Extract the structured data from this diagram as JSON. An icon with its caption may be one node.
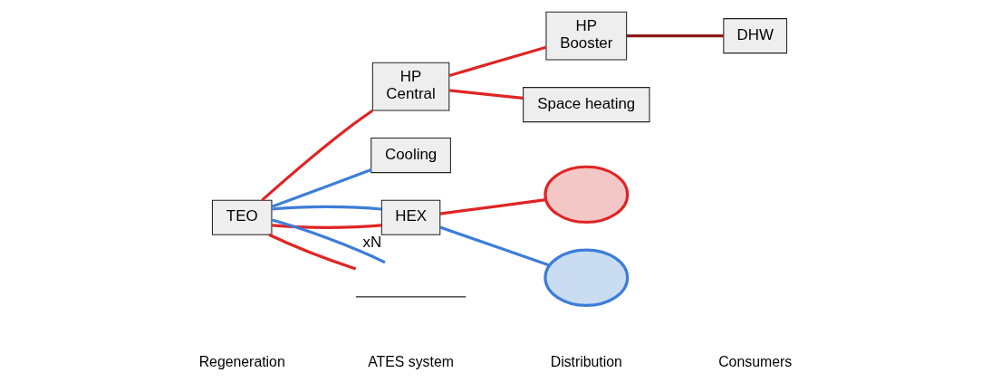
{
  "diagram": {
    "nodes": [
      {
        "text": [
          "TEO"
        ]
      },
      {
        "text": [
          "HP",
          "Central"
        ]
      },
      {
        "text": [
          "HP",
          "Booster"
        ]
      },
      {
        "text": [
          "DHW"
        ]
      },
      {
        "text": [
          "Space heating"
        ]
      },
      {
        "text": [
          "Cooling"
        ]
      },
      {
        "text": [
          "HEX"
        ],
        "beside": [
          "xN"
        ]
      },
      {
        "text": [],
        "shape": "ellipse"
      },
      {
        "text": [],
        "shape": "ellipse"
      },
      {
        "text": [],
        "shape": "wave"
      }
    ],
    "edges": [
      {
        "from": 0,
        "to": 1,
        "arrow": "none",
        "color": "#e02424"
      },
      {
        "from": 1,
        "to": 4,
        "arrow": "none",
        "color": "#e02424"
      },
      {
        "from": 1,
        "to": 2,
        "arrow": "none",
        "color": "#e02424"
      },
      {
        "from": 2,
        "to": 3,
        "arrow": "none",
        "color": "#8b1a1a"
      },
      {
        "from": 0,
        "to": 5,
        "arrow": "none",
        "color": "#3c7dd9"
      },
      {
        "from": 0,
        "to": 6,
        "arrow": "none",
        "color": "#e02424"
      },
      {
        "from": 0,
        "to": 6,
        "arrow": "none",
        "color": "#3c7dd9"
      },
      {
        "from": 6,
        "to": 7,
        "arrow": "none",
        "color": "#e02424"
      },
      {
        "from": 6,
        "to": 8,
        "arrow": "none",
        "color": "#3c7dd9"
      },
      {
        "from": 0,
        "to": 9,
        "arrow": "none",
        "color": "#e02424"
      },
      {
        "from": 0,
        "to": 9,
        "arrow": "none",
        "color": "#3c7dd9"
      }
    ],
    "labels": [
      "Regeneration",
      "ATES system",
      "Distribution",
      "Consumers"
    ]
  }
}
